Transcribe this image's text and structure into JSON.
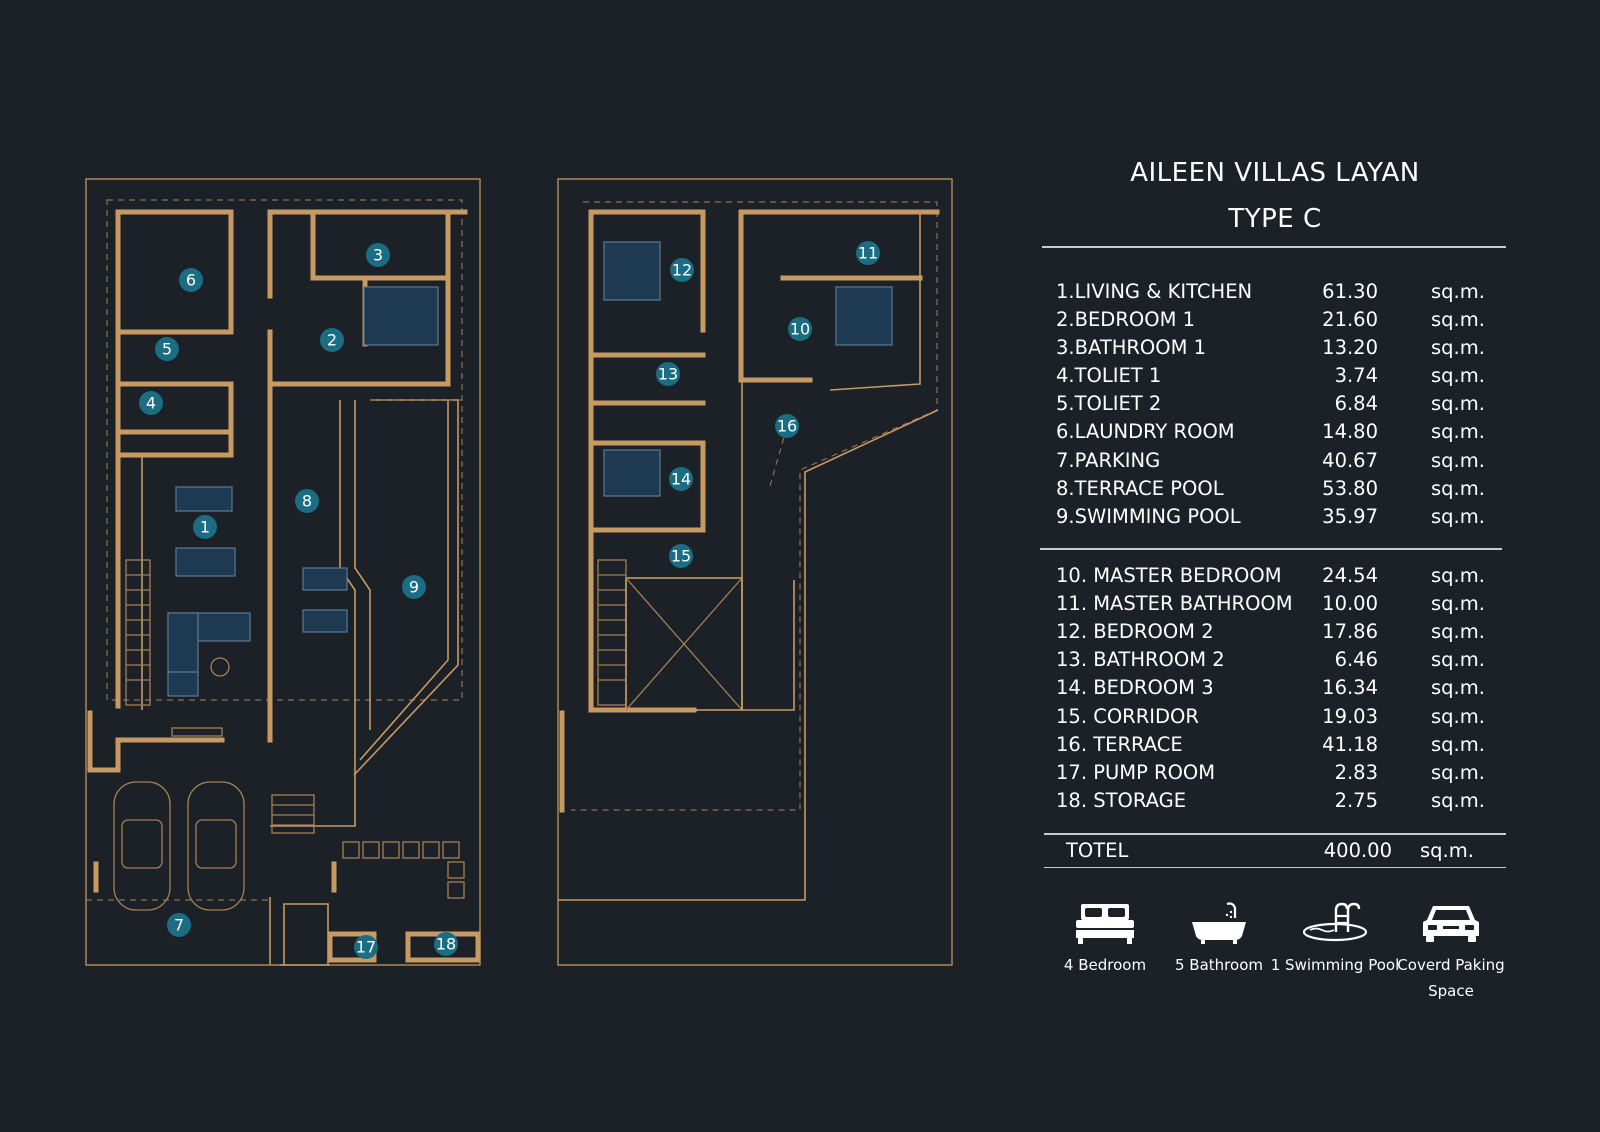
{
  "title_line1": "AILEEN VILLAS LAYAN",
  "title_line2": "TYPE C",
  "colors": {
    "background": "#1b2126",
    "wall": "#c79a64",
    "marker": "#1a6d83",
    "text": "#ffffff"
  },
  "rooms_ground": [
    {
      "no": "1.",
      "name": "LIVING  &  KITCHEN",
      "area": "61.30",
      "unit": "sq.m."
    },
    {
      "no": "2.",
      "name": "BEDROOM 1",
      "area": "21.60",
      "unit": "sq.m."
    },
    {
      "no": "3.",
      "name": "BATHROOM 1",
      "area": "13.20",
      "unit": "sq.m."
    },
    {
      "no": "4.",
      "name": "TOLIET 1",
      "area": "3.74",
      "unit": "sq.m."
    },
    {
      "no": "5.",
      "name": "TOLIET 2",
      "area": "6.84",
      "unit": "sq.m."
    },
    {
      "no": "6.",
      "name": "LAUNDRY ROOM",
      "area": "14.80",
      "unit": "sq.m."
    },
    {
      "no": "7.",
      "name": "PARKING",
      "area": "40.67",
      "unit": "sq.m."
    },
    {
      "no": "8.",
      "name": "TERRACE POOL",
      "area": "53.80",
      "unit": "sq.m."
    },
    {
      "no": "9.",
      "name": "SWIMMING POOL",
      "area": "35.97",
      "unit": "sq.m."
    }
  ],
  "rooms_upper": [
    {
      "no": "10.",
      "name": "MASTER BEDROOM",
      "area": "24.54",
      "unit": "sq.m."
    },
    {
      "no": "11.",
      "name": "MASTER BATHROOM",
      "area": "10.00",
      "unit": "sq.m."
    },
    {
      "no": "12.",
      "name": "BEDROOM 2",
      "area": "17.86",
      "unit": "sq.m."
    },
    {
      "no": "13.",
      "name": "BATHROOM 2",
      "area": "6.46",
      "unit": "sq.m."
    },
    {
      "no": "14.",
      "name": "BEDROOM 3",
      "area": "16.34",
      "unit": "sq.m."
    },
    {
      "no": "15.",
      "name": "CORRIDOR",
      "area": "19.03",
      "unit": "sq.m."
    },
    {
      "no": "16.",
      "name": "TERRACE",
      "area": "41.18",
      "unit": "sq.m."
    },
    {
      "no": "17.",
      "name": "PUMP ROOM",
      "area": "2.83",
      "unit": "sq.m."
    },
    {
      "no": "18.",
      "name": "STORAGE",
      "area": "2.75",
      "unit": "sq.m."
    }
  ],
  "total": {
    "name": "TOTEL",
    "area": "400.00",
    "unit": "sq.m."
  },
  "features": [
    {
      "icon": "bed-icon",
      "label": "4 Bedroom"
    },
    {
      "icon": "bathtub-icon",
      "label": "5 Bathroom"
    },
    {
      "icon": "swimming-pool-icon",
      "label": "1 Swimming Pool"
    },
    {
      "icon": "car-icon",
      "label": "Coverd Paking Space"
    }
  ],
  "markers": [
    "1",
    "2",
    "3",
    "4",
    "5",
    "6",
    "7",
    "8",
    "9",
    "10",
    "11",
    "12",
    "13",
    "14",
    "15",
    "16",
    "17",
    "18"
  ]
}
